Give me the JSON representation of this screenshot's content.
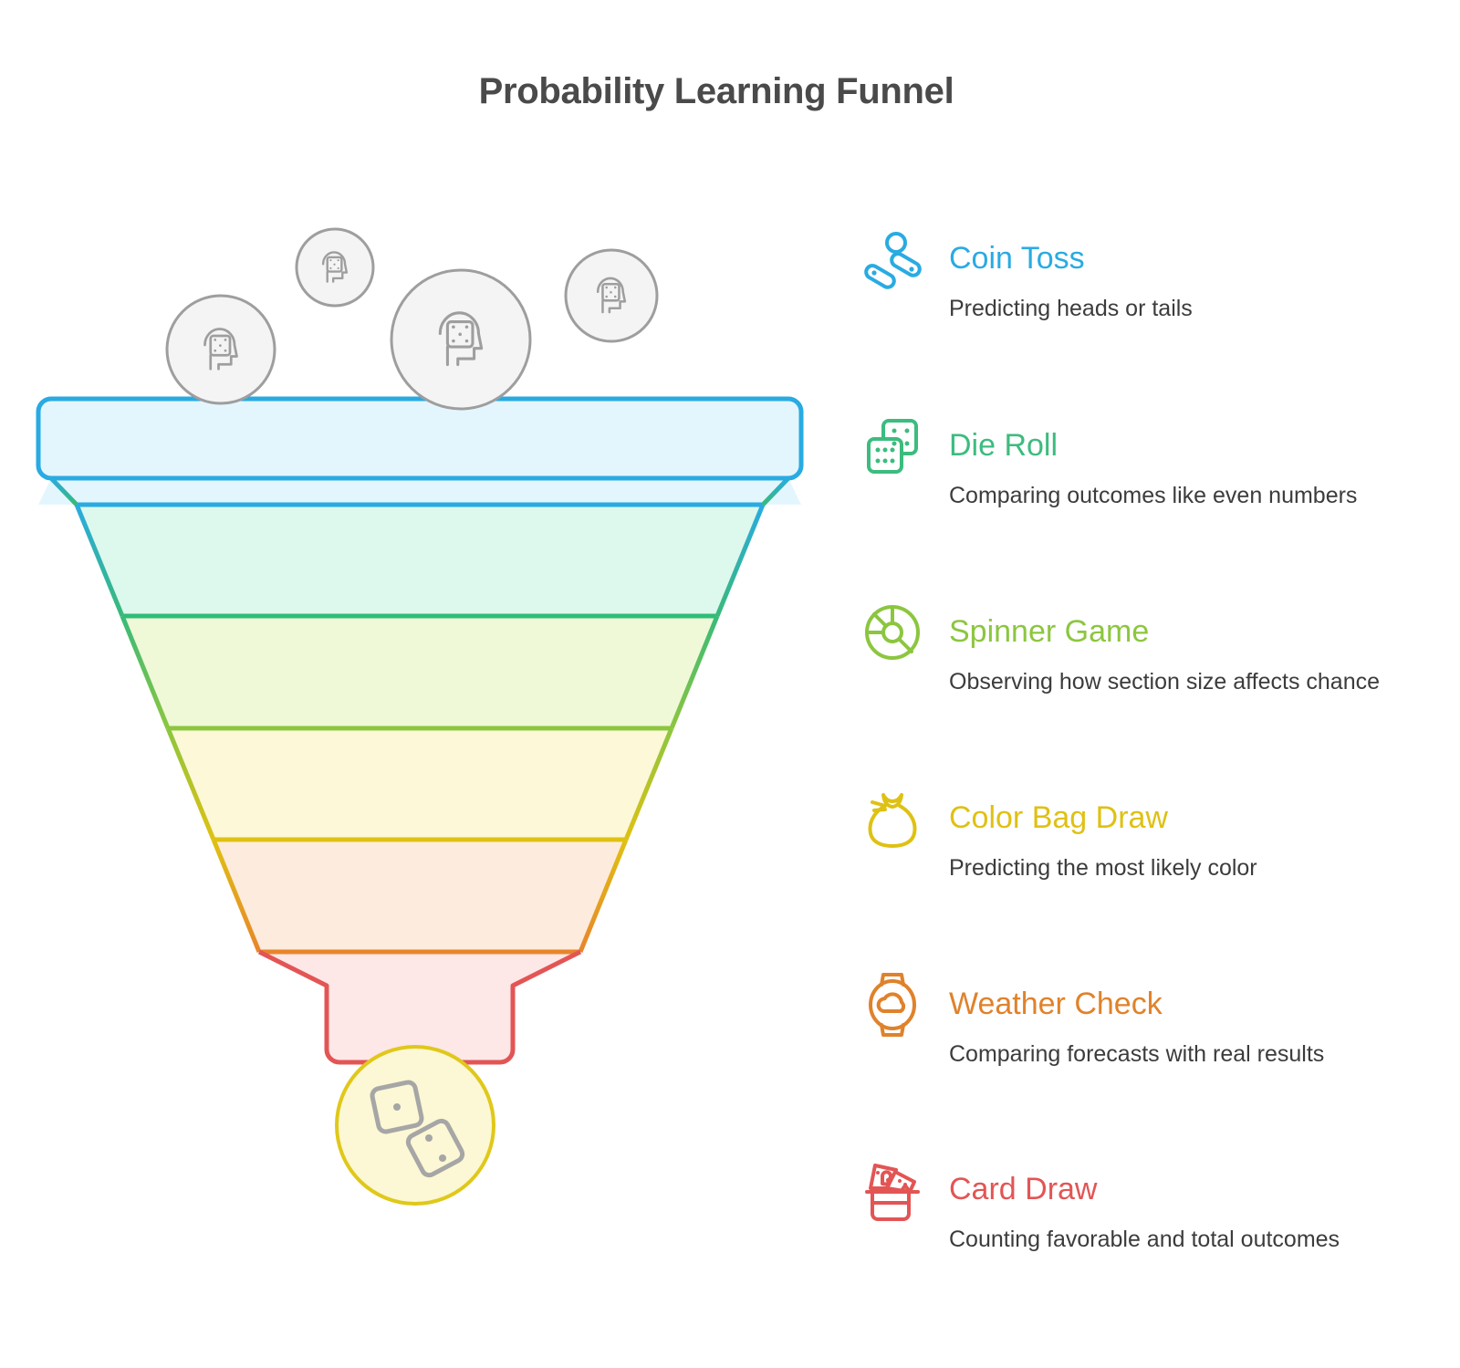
{
  "page": {
    "title": "Probability Learning Funnel",
    "title_color": "#4a4a4a",
    "background": "#ffffff"
  },
  "funnel": {
    "stages": [
      {
        "name": "Coin Toss",
        "stroke": "#29abe2",
        "fill": "#e4f6fd",
        "shape": "rounded-top"
      },
      {
        "name": "Die Roll",
        "stroke": "#39ba79",
        "fill": "#ddf8ec",
        "shape": "trapezoid"
      },
      {
        "name": "Spinner Game",
        "stroke": "#8cc63f",
        "fill": "#eff9d7",
        "shape": "trapezoid"
      },
      {
        "name": "Color Bag Draw",
        "stroke": "#dfc113",
        "fill": "#fdf8d8",
        "shape": "trapezoid"
      },
      {
        "name": "Weather Check",
        "stroke": "#e8852b",
        "fill": "#fdecdd",
        "shape": "trapezoid"
      },
      {
        "name": "Card Draw",
        "stroke": "#e35ب5",
        "fill": "#fde7e7",
        "shape": "rounded-bottom"
      }
    ],
    "top_icons": {
      "count": 4,
      "icon": "head-with-die-icon",
      "color": "#9e9e9e",
      "bubble_fill": "#f4f4f4"
    },
    "bottom_bubble": {
      "icon": "two-dice-icon",
      "fill": "#fcf7d4",
      "stroke": "#e0c81a",
      "icon_color": "#a6a6a6"
    }
  },
  "legend": {
    "items": [
      {
        "icon": "coin-toss-icon",
        "title": "Coin Toss",
        "desc": "Predicting heads or tails",
        "color": "#29abe2"
      },
      {
        "icon": "dice-icon",
        "title": "Die Roll",
        "desc": "Comparing outcomes like even numbers",
        "color": "#3cbc7f"
      },
      {
        "icon": "spinner-icon",
        "title": "Spinner Game",
        "desc": "Observing how section size affects chance",
        "color": "#8cc63f"
      },
      {
        "icon": "bag-icon",
        "title": "Color Bag Draw",
        "desc": "Predicting the most likely color",
        "color": "#dfc113"
      },
      {
        "icon": "watch-cloud-icon",
        "title": "Weather Check",
        "desc": "Comparing forecasts with real results",
        "color": "#e0822b"
      },
      {
        "icon": "hat-cards-icon",
        "title": "Card Draw",
        "desc": "Counting favorable and total outcomes",
        "color": "#e35555"
      }
    ]
  }
}
